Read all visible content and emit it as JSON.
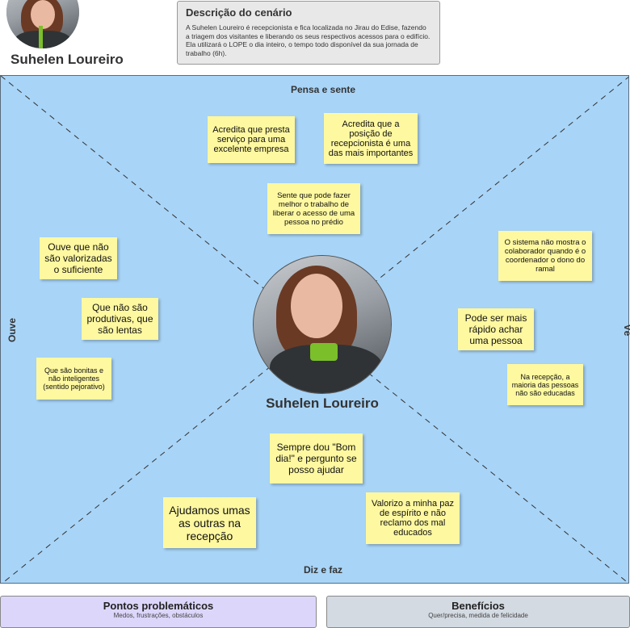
{
  "persona": {
    "name": "Suhelen Loureiro"
  },
  "scenario": {
    "title": "Descrição do cenário",
    "text": "A Suhelen Loureiro é recepcionista e fica localizada no Jirau do Edise, fazendo a triagem dos visitantes e liberando os seus respectivos acessos para o edifício. Ela utilizará o LOPE o dia inteiro, o tempo todo disponível da sua jornada de trabalho (6h)."
  },
  "map": {
    "center_name": "Suhelen Loureiro",
    "labels": {
      "top": "Pensa e sente",
      "bottom": "Diz e faz",
      "left": "Ouve",
      "right": "Vê"
    },
    "thinks": [
      "Acredita que presta serviço para uma excelente empresa",
      "Acredita que a posição de recepcionista é uma das mais importantes",
      "Sente que pode fazer melhor o trabalho de liberar o acesso de uma pessoa no prédio"
    ],
    "hears": [
      "Ouve que não são valorizadas o suficiente",
      "Que não são produtivas, que são lentas",
      "Que são bonitas e não inteligentes (sentido pejorativo)"
    ],
    "sees": [
      "O sistema não mostra o colaborador quando é o coordenador o dono do ramal",
      "Pode ser mais rápido achar uma pessoa",
      "Na recepção, a maioria das pessoas não são educadas"
    ],
    "says": [
      "Sempre dou \"Bom dia!\" e pergunto se posso ajudar",
      "Valorizo a minha paz de espírito e não reclamo dos mal educados",
      "Ajudamos umas as outras na recepção"
    ]
  },
  "pains": {
    "title": "Pontos problemáticos",
    "subtitle": "Medos, frustrações, obstáculos"
  },
  "gains": {
    "title": "Benefícios",
    "subtitle": "Quer/precisa, medida de felicidade"
  },
  "colors": {
    "map_bg": "#a8d4f7",
    "note": "#fef8a0",
    "pains_bg": "#ddd6fb",
    "gains_bg": "#d3dae2"
  }
}
